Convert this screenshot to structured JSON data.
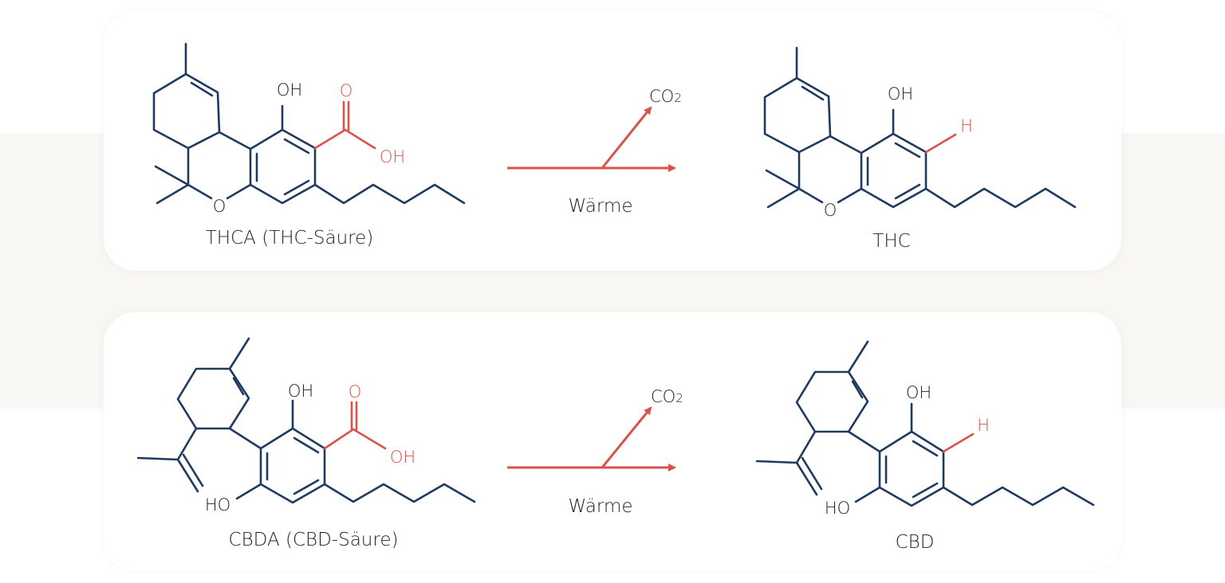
{
  "colors": {
    "bond": "#1f3a5f",
    "highlight": "#d9534a",
    "band": "#f8f7f3"
  },
  "reaction1": {
    "reactant_label": "THCA (THC-Säure)",
    "product_label": "THC",
    "byproduct": "CO",
    "byproduct_sub": "2",
    "condition": "Wärme",
    "atoms": {
      "oh": "OH",
      "o_ring": "O",
      "o_carbonyl": "O",
      "oh_acid": "OH",
      "oh_product": "OH",
      "o_ring_product": "O",
      "h": "H"
    }
  },
  "reaction2": {
    "reactant_label": "CBDA (CBD-Säure)",
    "product_label": "CBD",
    "byproduct": "CO",
    "byproduct_sub": "2",
    "condition": "Wärme",
    "atoms": {
      "oh": "OH",
      "ho": "HO",
      "o_carbonyl": "O",
      "oh_acid": "OH",
      "oh_product": "OH",
      "ho_product": "HO",
      "h": "H"
    }
  }
}
